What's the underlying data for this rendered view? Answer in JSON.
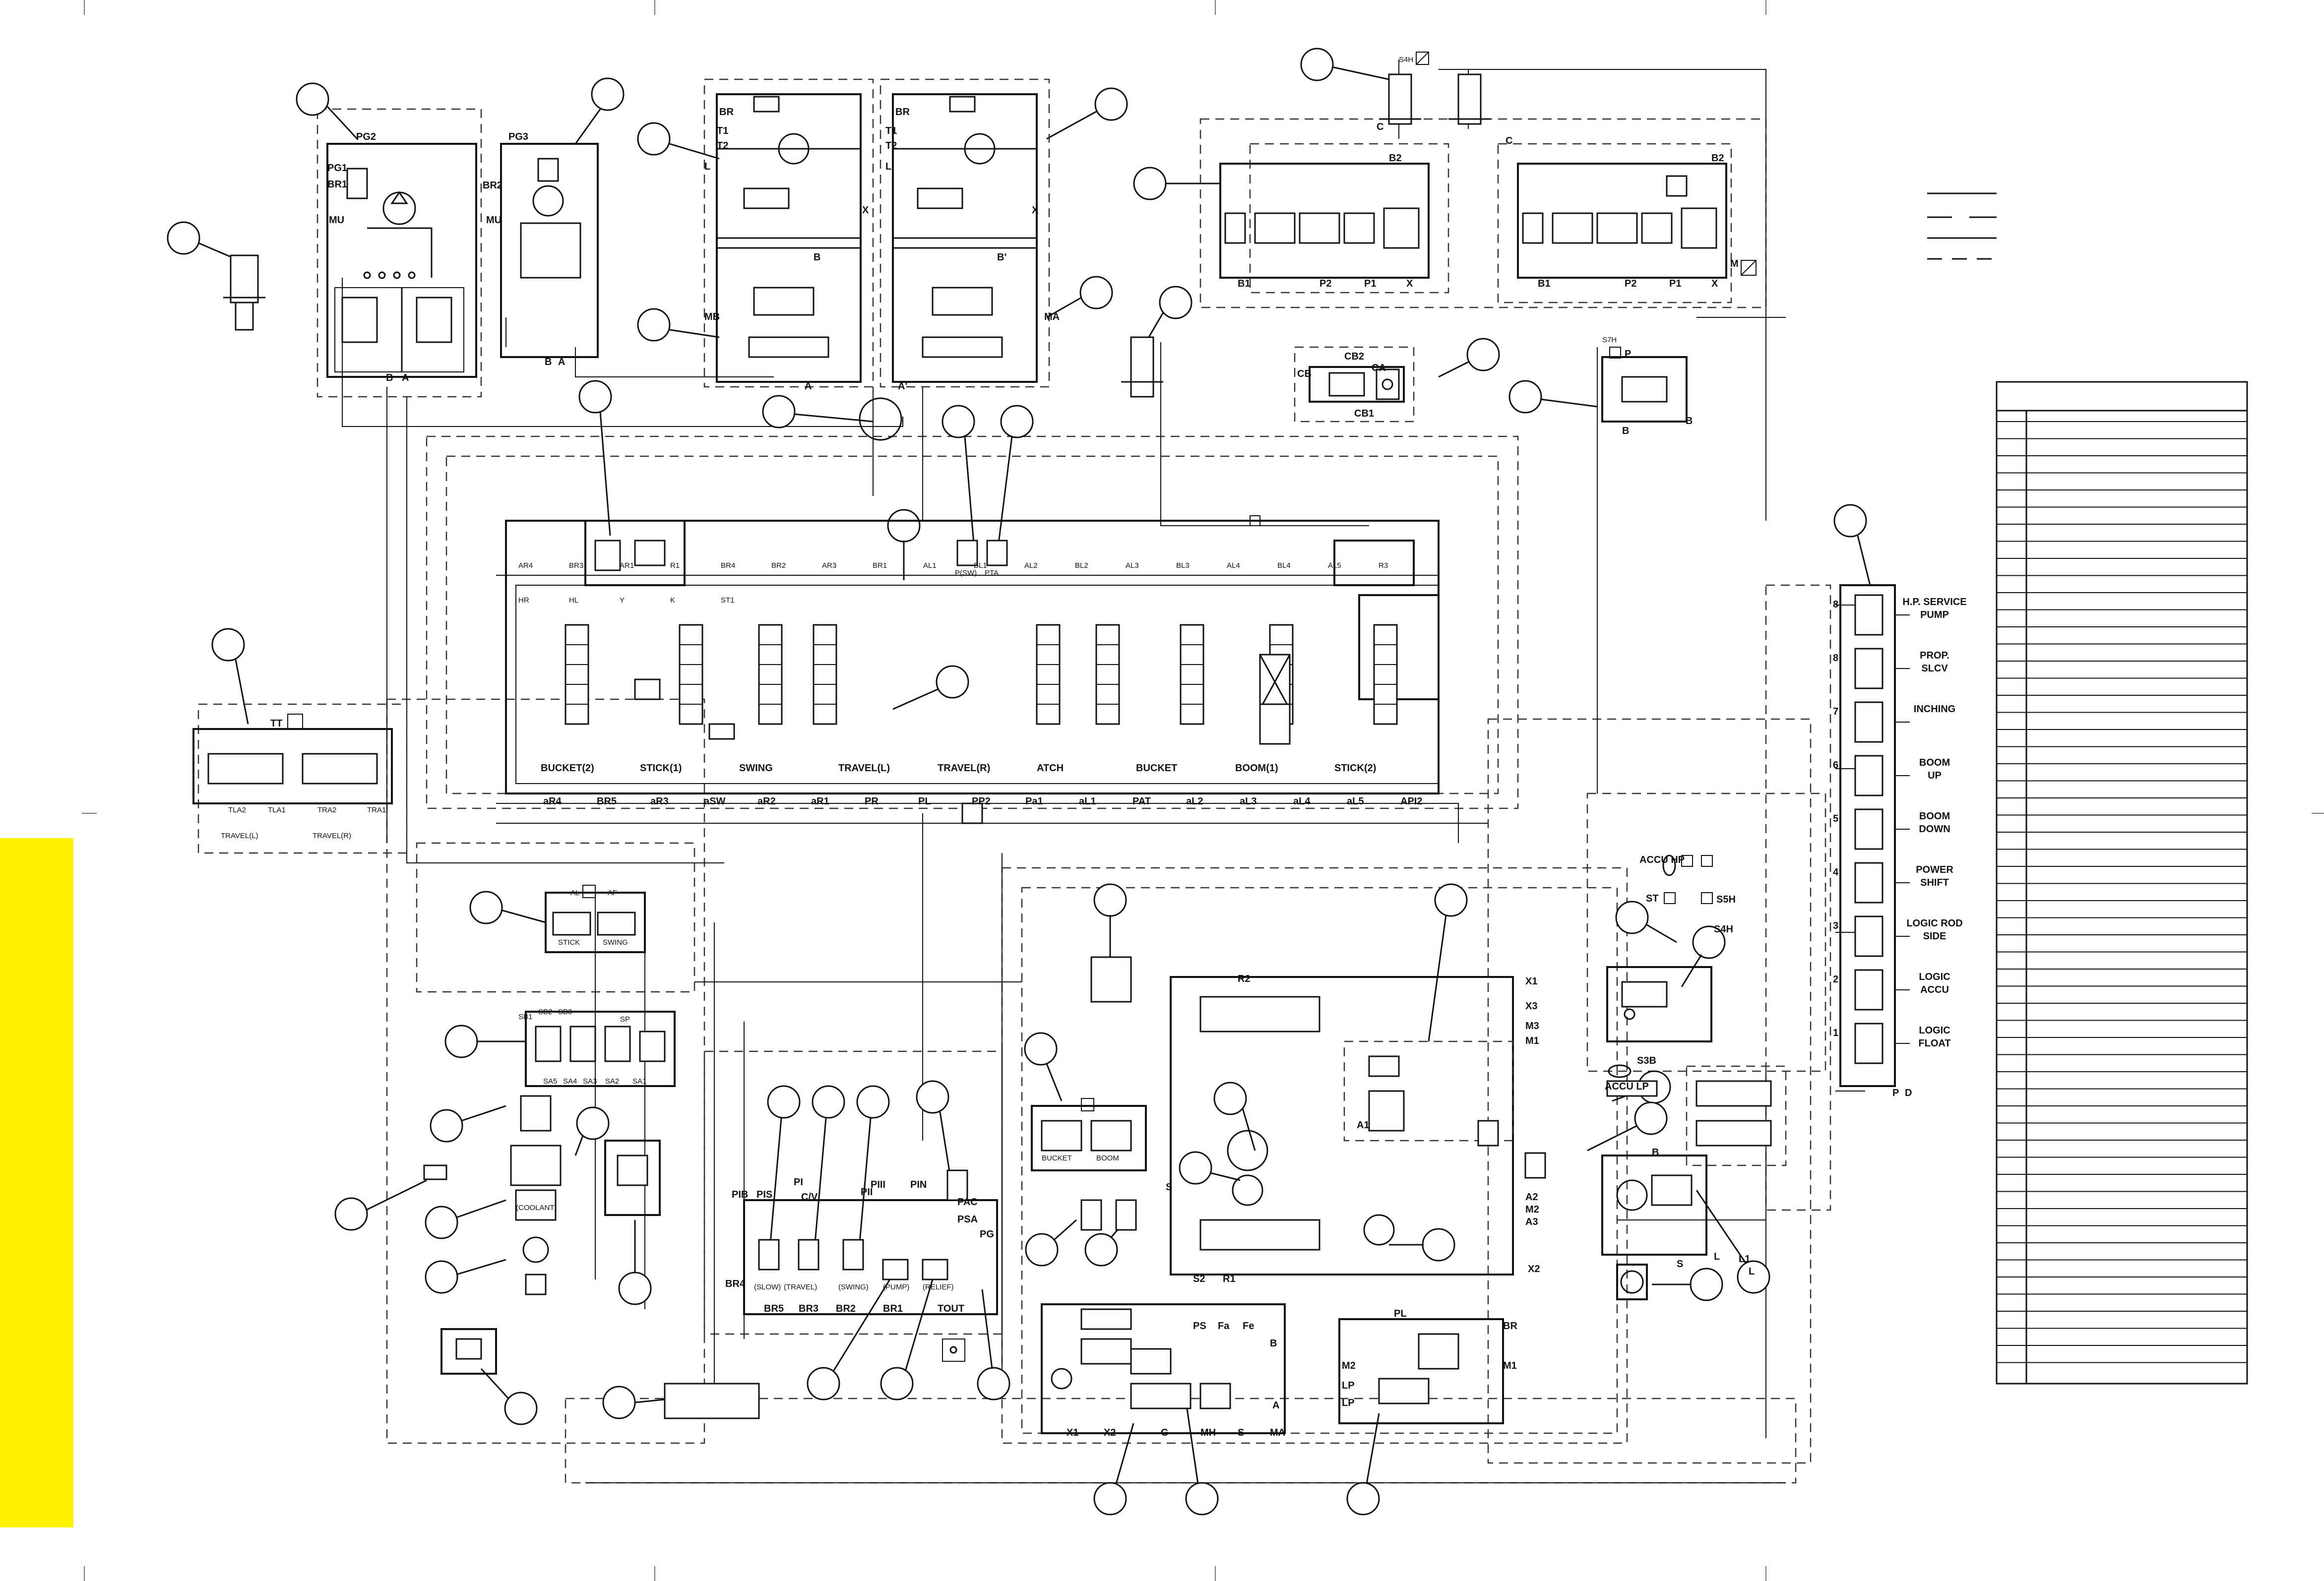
{
  "colors": {
    "edge_bar": "#fff200",
    "ink": "#111111"
  },
  "cylinders": {
    "top": {
      "label": "S4H",
      "ports": [
        "C",
        "C"
      ]
    }
  },
  "pilot_pumps": {
    "left": {
      "labels": [
        "PG2",
        "PG1",
        "BR1",
        "MU",
        "B",
        "A"
      ]
    },
    "right": {
      "labels": [
        "PG3",
        "BR2",
        "MU",
        "B",
        "A"
      ]
    }
  },
  "swing_motors": {
    "left": {
      "labels": [
        "BR",
        "T1",
        "T2",
        "L",
        "X",
        "MB",
        "A",
        "B"
      ]
    },
    "right": {
      "labels": [
        "BR",
        "T1",
        "T2",
        "L",
        "X",
        "MA",
        "A'",
        "B'"
      ]
    }
  },
  "upper_valve_blocks": {
    "left": {
      "labels": [
        "B2",
        "B1",
        "P2",
        "P1",
        "X"
      ]
    },
    "right": {
      "labels": [
        "B2",
        "B1",
        "P2",
        "P1",
        "X",
        "M"
      ]
    }
  },
  "check_block": {
    "labels": [
      "CB2",
      "CA",
      "CB",
      "CB1"
    ]
  },
  "s7h_block": {
    "labels": [
      "S7H",
      "P",
      "B",
      "B"
    ]
  },
  "main_valve": {
    "top_labels": [
      "AR4",
      "BR3",
      "AR1",
      "R1",
      "BR4",
      "BR2",
      "AR3",
      "BR1",
      "AL1",
      "BL1",
      "AL2",
      "BL2",
      "AL3",
      "BL3",
      "AL4",
      "BL4",
      "AL5",
      "R3",
      "HR",
      "HL",
      "Y",
      "K",
      "ST1"
    ],
    "section_labels": [
      "BUCKET(2)",
      "STICK(1)",
      "SWING",
      "TRAVEL(L)",
      "TRAVEL(R)",
      "ATCH",
      "BUCKET",
      "BOOM(1)",
      "STICK(2)"
    ],
    "bottom_labels": [
      "aR4",
      "BR5",
      "aR3",
      "aSW",
      "aR2",
      "aR1",
      "PR",
      "PL",
      "PP2",
      "Pa1",
      "aL1",
      "PAT",
      "aL2",
      "aL3",
      "aL4",
      "aL5",
      "API2"
    ],
    "pressure_switches": [
      "P(SW)",
      "PTA"
    ]
  },
  "travel_pilot": {
    "labels": [
      "TT",
      "TLA2",
      "TLA1",
      "TRA2",
      "TRA1"
    ],
    "name_left": "TRAVEL(L)",
    "name_right": "TRAVEL(R)"
  },
  "stick_swing_shuttle": {
    "labels": [
      "AL",
      "AF",
      "STICK",
      "SWING"
    ]
  },
  "solenoid_block": {
    "labels": [
      "SB1",
      "SB2",
      "SB3",
      "SP",
      "SA5",
      "SA4",
      "SA3",
      "SA2",
      "SA1"
    ]
  },
  "cooler_tank": {
    "labels": [
      "(COOLANT)"
    ]
  },
  "pilot_manifold": {
    "top_labels": [
      "PIB",
      "PIS",
      "PI",
      "C/V",
      "PII",
      "PIII",
      "PIN"
    ],
    "labels": [
      "PAC",
      "PSA",
      "PG"
    ],
    "bottom_labels": [
      "BR4",
      "BR5",
      "BR3",
      "BR2",
      "BR1",
      "TOUT"
    ],
    "valve_labels": [
      "(SLOW)",
      "(TRAVEL)",
      "(SWING)",
      "(PUMP)",
      "(RELIEF)"
    ]
  },
  "attachment_pilot": {
    "labels": [
      "BUCKET",
      "BOOM"
    ]
  },
  "main_pump": {
    "labels": [
      "X1",
      "X3",
      "M3",
      "M1",
      "A1",
      "A2",
      "M2",
      "A3",
      "X2",
      "S2",
      "R1",
      "R2",
      "S"
    ]
  },
  "pump_regulator": {
    "labels": [
      "PS",
      "Fa",
      "Fe",
      "B",
      "A",
      "X1",
      "X2",
      "G",
      "MH",
      "S",
      "MA"
    ]
  },
  "pl_block": {
    "labels": [
      "PL",
      "BR",
      "M1",
      "M2",
      "LP",
      "LP"
    ]
  },
  "accumulator": {
    "labels": [
      "ACCU HP",
      "ST",
      "S5H",
      "S4H",
      "ACCU LP",
      "S3B"
    ]
  },
  "service_pump": {
    "labels": [
      "B",
      "S",
      "L",
      "L1",
      "L"
    ]
  },
  "solenoid_stack": {
    "labels": [
      {
        "num": "8",
        "text": "H.P. SERVICE PUMP"
      },
      {
        "num": "8",
        "text": "PROP. SLCV"
      },
      {
        "num": "7",
        "text": "INCHING"
      },
      {
        "num": "6",
        "text": "BOOM UP"
      },
      {
        "num": "5",
        "text": "BOOM DOWN"
      },
      {
        "num": "4",
        "text": "POWER SHIFT"
      },
      {
        "num": "3",
        "text": "LOGIC ROD SIDE"
      },
      {
        "num": "2",
        "text": "LOGIC ACCU"
      },
      {
        "num": "1",
        "text": "LOGIC FLOAT"
      }
    ],
    "ports": [
      "P",
      "D"
    ]
  }
}
